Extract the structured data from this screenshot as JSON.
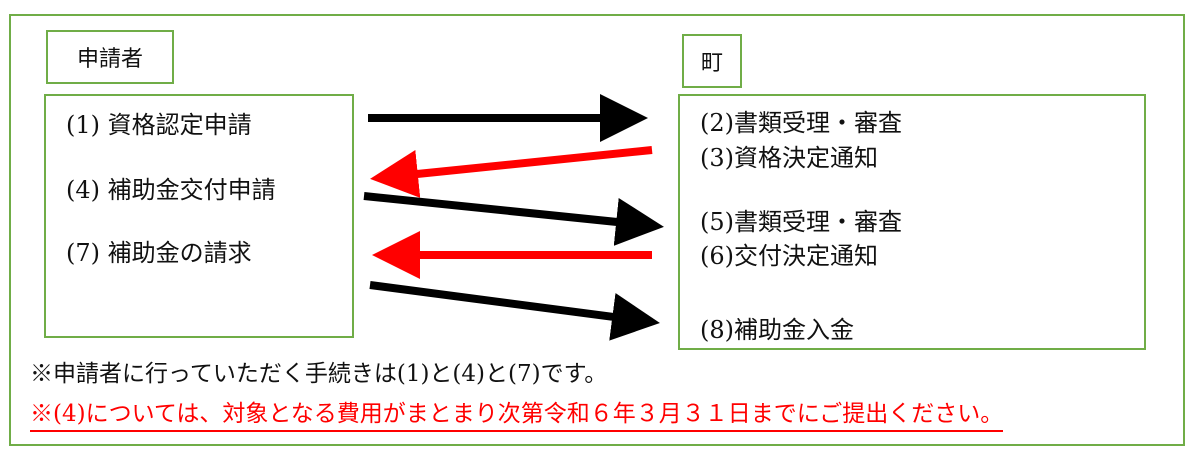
{
  "applicant": {
    "label": "申請者",
    "items": [
      "(1) 資格認定申請",
      "(4) 補助金交付申請",
      "(7) 補助金の請求"
    ]
  },
  "town": {
    "label": "町",
    "items": [
      "(2)書類受理・審査",
      "(3)資格決定通知",
      "(5)書類受理・審査",
      "(6)交付決定通知",
      "(8)補助金入金"
    ]
  },
  "notes": {
    "note1": "※申請者に行っていただく手続きは(1)と(4)と(7)です。",
    "note2": "※(4)については、対象となる費用がまとまり次第令和６年３月３１日までにご提出ください。"
  },
  "colors": {
    "border": "#70ad47",
    "arrow_black": "#000000",
    "arrow_red": "#ff0000"
  }
}
